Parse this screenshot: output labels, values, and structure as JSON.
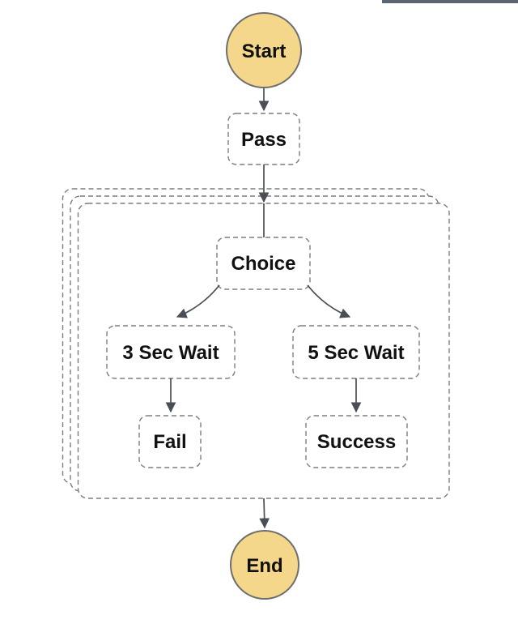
{
  "diagram": {
    "kind": "state-machine-flow-graph",
    "nodes": {
      "start": {
        "label": "Start",
        "shape": "circle",
        "fill": "#F5D78C"
      },
      "pass": {
        "label": "Pass",
        "shape": "dashed-box"
      },
      "choice": {
        "label": "Choice",
        "shape": "dashed-box"
      },
      "wait3": {
        "label": "3 Sec Wait",
        "shape": "dashed-box"
      },
      "wait5": {
        "label": "5 Sec Wait",
        "shape": "dashed-box"
      },
      "fail": {
        "label": "Fail",
        "shape": "dashed-box"
      },
      "success": {
        "label": "Success",
        "shape": "dashed-box"
      },
      "end": {
        "label": "End",
        "shape": "circle",
        "fill": "#F5D78C"
      }
    },
    "container": {
      "style": "stacked-dashed-frames",
      "frame_count": 3
    },
    "edges": [
      {
        "from": "start",
        "to": "pass"
      },
      {
        "from": "pass",
        "to": "map-container"
      },
      {
        "from": "map-container",
        "to": "choice"
      },
      {
        "from": "choice",
        "to": "wait3"
      },
      {
        "from": "choice",
        "to": "wait5"
      },
      {
        "from": "wait3",
        "to": "fail"
      },
      {
        "from": "wait5",
        "to": "success"
      },
      {
        "from": "map-container",
        "to": "end"
      }
    ],
    "colors": {
      "terminal_fill": "#F5D78C",
      "terminal_border": "#6e6e6e",
      "dashed_border": "#7d7d7d",
      "edge": "#4A4F55",
      "text": "#111111",
      "background": "#ffffff",
      "top_bar": "#5C6670"
    }
  }
}
